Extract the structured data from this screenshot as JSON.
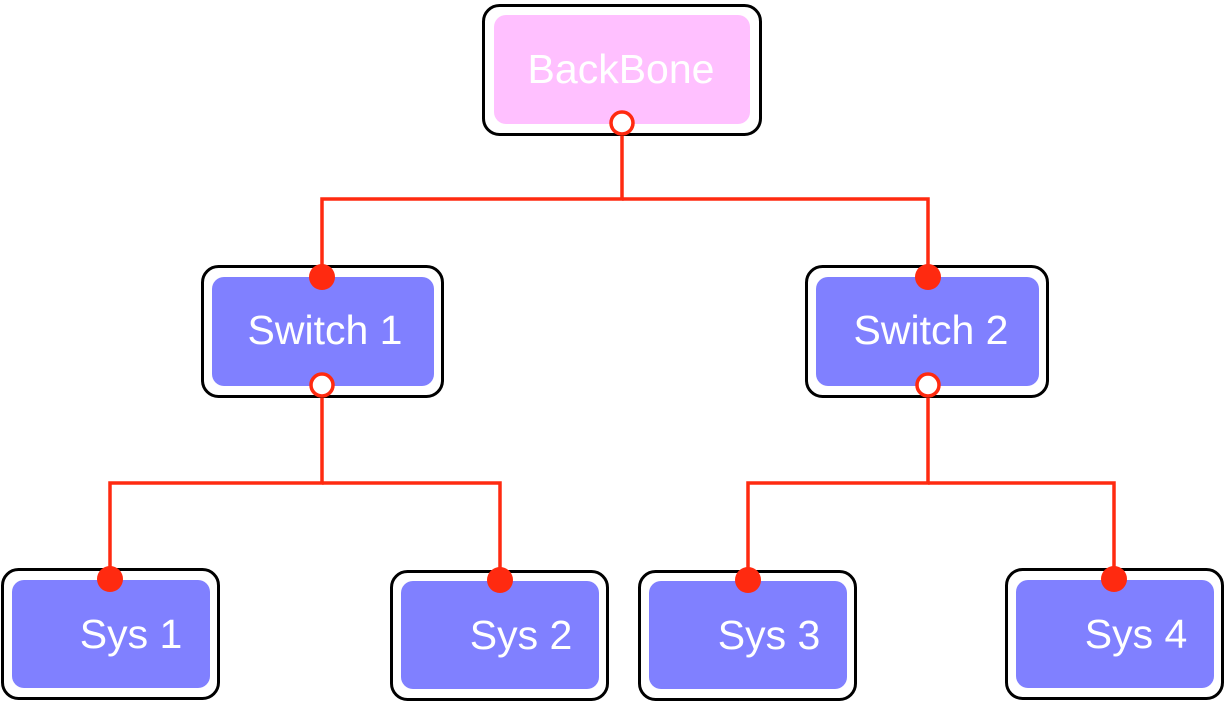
{
  "colors": {
    "backbone_fill": "#ffc0ff",
    "node_fill": "#8080ff",
    "edge": "#ff2a10",
    "border": "#000000",
    "label": "#ffffff"
  },
  "nodes": {
    "backbone": {
      "label": "BackBone"
    },
    "switch1": {
      "label": "Switch 1"
    },
    "switch2": {
      "label": "Switch 2"
    },
    "sys1": {
      "label": "Sys 1"
    },
    "sys2": {
      "label": "Sys 2"
    },
    "sys3": {
      "label": "Sys 3"
    },
    "sys4": {
      "label": "Sys 4"
    }
  },
  "edges": [
    {
      "from": "backbone",
      "to": "switch1"
    },
    {
      "from": "backbone",
      "to": "switch2"
    },
    {
      "from": "switch1",
      "to": "sys1"
    },
    {
      "from": "switch1",
      "to": "sys2"
    },
    {
      "from": "switch2",
      "to": "sys3"
    },
    {
      "from": "switch2",
      "to": "sys4"
    }
  ]
}
